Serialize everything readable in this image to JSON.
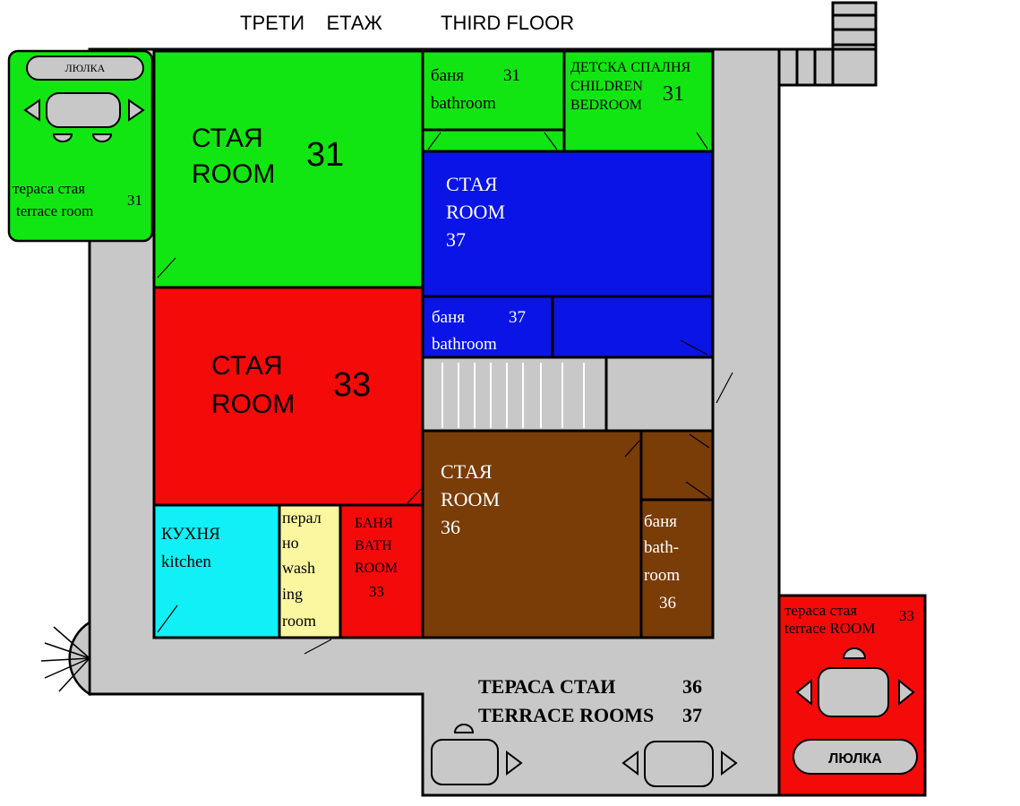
{
  "header": {
    "bg_title": "ТРЕТИ    ЕТАЖ",
    "en_title": "THIRD FLOOR"
  },
  "terrace31": {
    "swing": "ЛЮЛКА",
    "line1": "тераса стая",
    "line2": "terrace room",
    "num": "31"
  },
  "room31": {
    "line1": "СТАЯ",
    "line2": "ROOM",
    "num": "31"
  },
  "bath31": {
    "line1": "баня",
    "line2": "bathroom",
    "num": "31"
  },
  "children31": {
    "line1": "ДЕТСКА СПАЛНЯ",
    "line2": "CHILDREN",
    "line3": "BEDROOM",
    "num": "31"
  },
  "room37": {
    "line1": "СТАЯ",
    "line2": "ROOM",
    "num": "37"
  },
  "bath37": {
    "line1": "баня",
    "line2": "bathroom",
    "num": "37"
  },
  "room33": {
    "line1": "СТАЯ",
    "line2": "ROOM",
    "num": "33"
  },
  "room36": {
    "line1": "СТАЯ",
    "line2": "ROOM",
    "num": "36"
  },
  "bath36": {
    "line1": "баня",
    "line2": "bath-",
    "line3": "room",
    "num": "36"
  },
  "kitchen": {
    "line1": "КУХНЯ",
    "line2": "kitchen"
  },
  "laundry": {
    "line1": "перал",
    "line2": "но",
    "line3": "wash",
    "line4": "ing",
    "line5": "room"
  },
  "bath33": {
    "line1": "БАНЯ",
    "line2": "BATH",
    "line3": "ROOM",
    "num": "33"
  },
  "terraceRooms": {
    "line1": "ТЕРАСА СТАИ",
    "line2": "TERRACE ROOMS",
    "num1": "36",
    "num2": "37"
  },
  "terrace33": {
    "line1": "тераса стая",
    "line2": "terrace ROOM",
    "num": "33",
    "swing": "ЛЮЛКА"
  },
  "colors": {
    "green": "#12e612",
    "blue": "#0a14e6",
    "red": "#f50a0a",
    "brown": "#7a3d08",
    "cyan": "#10f0f6",
    "yellow": "#fbf7a0",
    "gray": "#c8c8c8"
  }
}
